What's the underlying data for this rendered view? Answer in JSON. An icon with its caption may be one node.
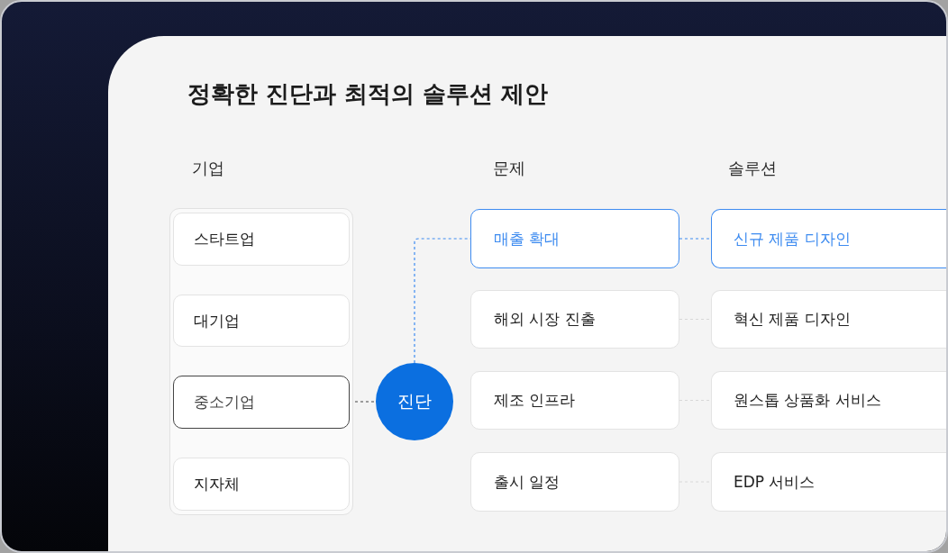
{
  "diagram": {
    "title": "정확한 진단과 최적의 솔루션 제안",
    "nodes": [
      {
        "text": [],
        "shape": "box"
      },
      {
        "text": [
          "스타트업"
        ],
        "in": 0
      },
      {
        "text": [
          "대기업"
        ],
        "in": 0
      },
      {
        "text": [
          "중소기업"
        ],
        "in": 0
      },
      {
        "text": [
          "지자체"
        ],
        "in": 0
      },
      {
        "text": [
          "진단"
        ]
      },
      {
        "text": [
          "매출 확대"
        ]
      },
      {
        "text": [
          "해외 시장 진출"
        ]
      },
      {
        "text": [
          "제조 인프라"
        ]
      },
      {
        "text": [
          "출시 일정"
        ]
      },
      {
        "text": [
          "신규 제품 디자인"
        ]
      },
      {
        "text": [
          "혁신 제품 디자인"
        ]
      },
      {
        "text": [
          "원스톱 상품화 서비스"
        ]
      },
      {
        "text": [
          "EDP 서비스"
        ]
      }
    ],
    "edges": [
      {
        "from": 3,
        "to": 5,
        "arrow": "none",
        "style": "dashed",
        "color": "#444444"
      },
      {
        "from": 5,
        "to": 6,
        "arrow": "none",
        "style": "dashed",
        "color": "#3d8bf0"
      },
      {
        "from": 6,
        "to": 10,
        "arrow": "none",
        "style": "dashed",
        "color": "#3d8bf0"
      },
      {
        "from": 7,
        "to": 11,
        "arrow": "none",
        "style": "dashed"
      },
      {
        "from": 8,
        "to": 12,
        "arrow": "none",
        "style": "dashed"
      },
      {
        "from": 9,
        "to": 13,
        "arrow": "none",
        "style": "dashed"
      }
    ],
    "labels": [
      "기업",
      "문제",
      "솔루션"
    ]
  }
}
